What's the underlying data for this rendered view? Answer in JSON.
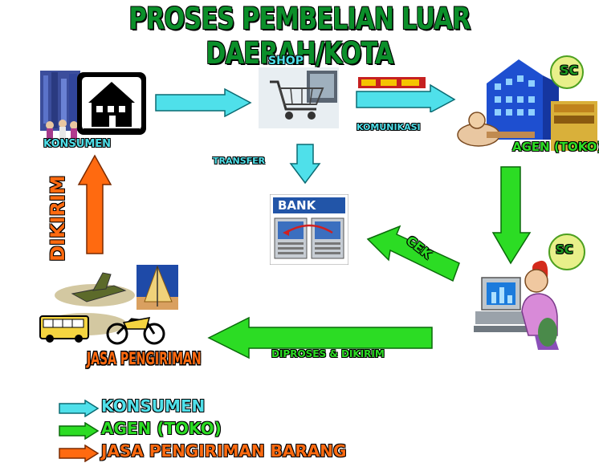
{
  "title": "PROSES PEMBELIAN LUAR DAERAH/KOTA",
  "nodes": {
    "konsumen": "KONSUMEN",
    "shop": "SHOP",
    "agen": "AGEN (TOKO)",
    "bank": "BANK",
    "jasa": "JASA PENGIRIMAN",
    "logo": "SC"
  },
  "edges": {
    "komunikasi": "KOMUNIKASI",
    "transfer": "TRANSFER",
    "cek": "CEK",
    "diproses": "DIPROSES & DIKIRIM",
    "dikirim": "DIKIRIM"
  },
  "legend": [
    {
      "label": "KONSUMEN",
      "color": "#4fe0ea"
    },
    {
      "label": "AGEN (TOKO)",
      "color": "#2cdc24"
    },
    {
      "label": "JASA PENGIRIMAN BARANG",
      "color": "#ff6a10"
    }
  ],
  "colors": {
    "cyan": "#4fe0ea",
    "green": "#2cdc24",
    "orange": "#ff6a10",
    "title": "#0b8f2a"
  }
}
